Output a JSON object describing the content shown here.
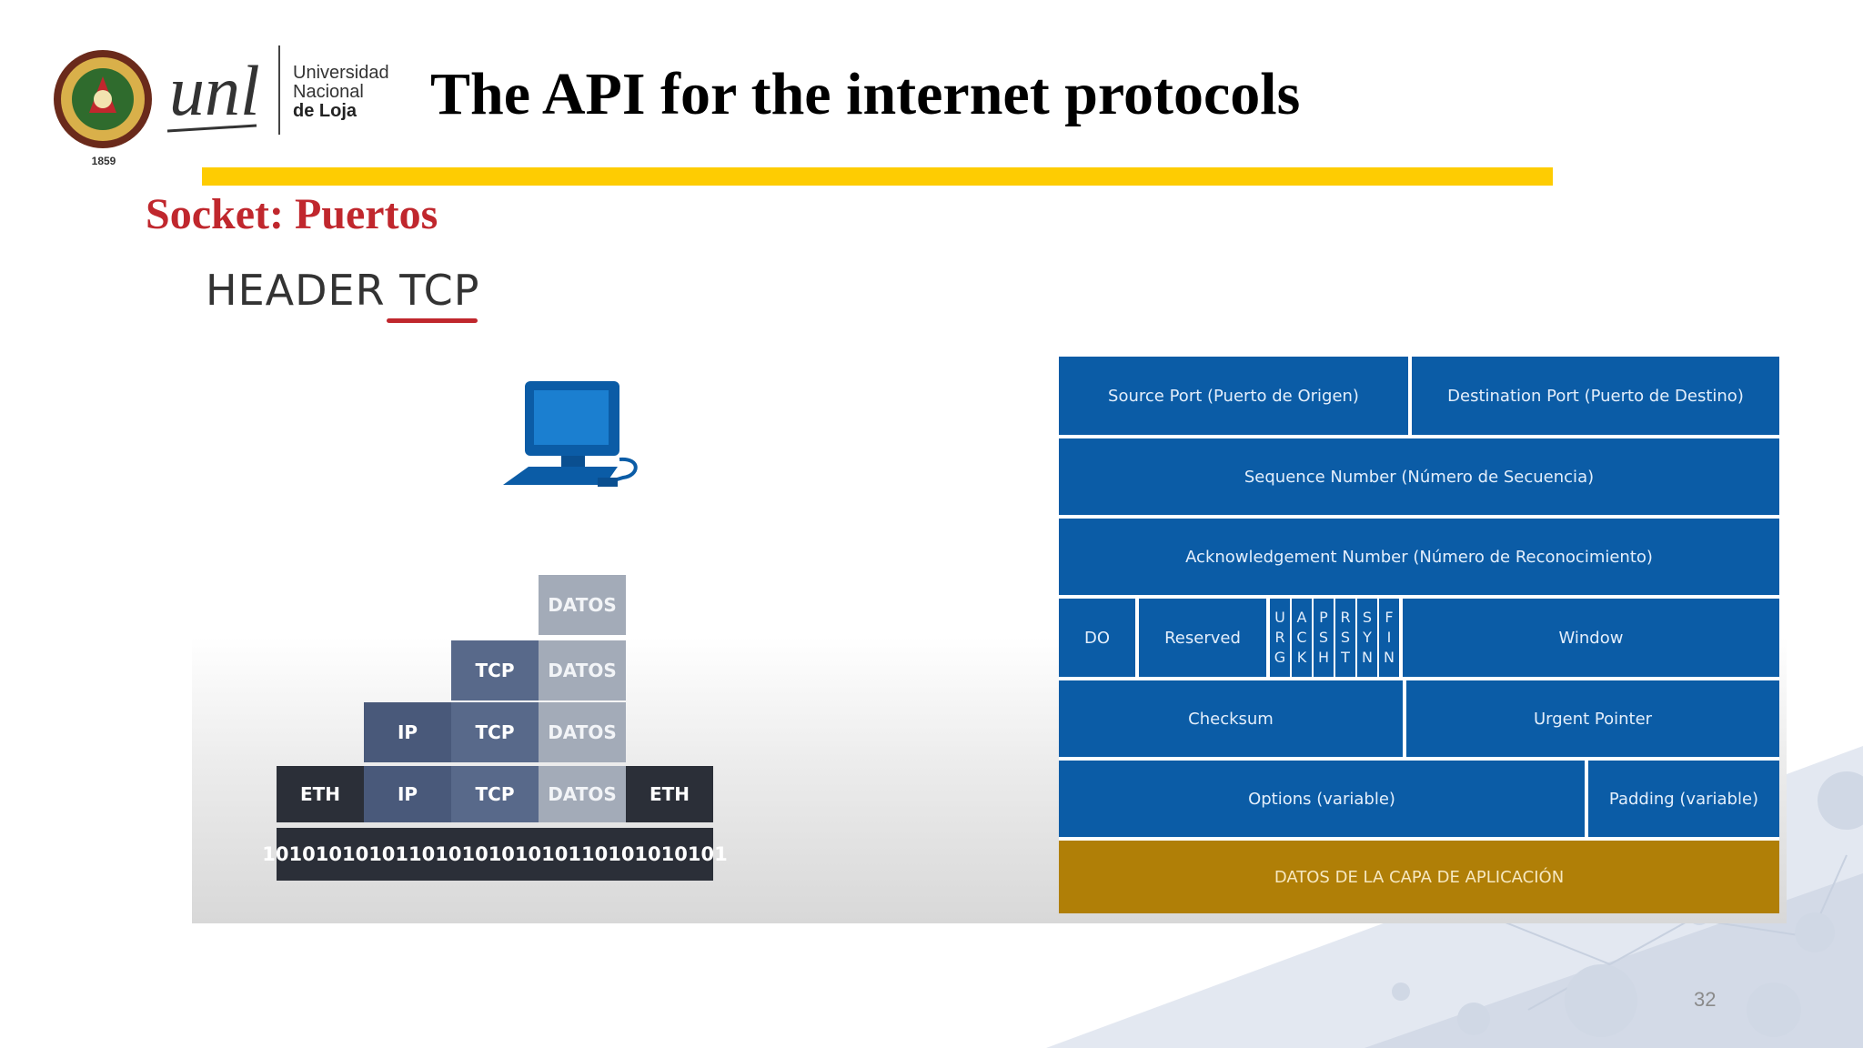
{
  "header": {
    "logo_text": "unl",
    "seal_year": "1859",
    "university_name": [
      "Universidad",
      "Nacional",
      "de Loja"
    ],
    "slide_title": "The API for the internet protocols",
    "subtitle": "Socket: Puertos",
    "accent_color": "#fecc02",
    "subtitle_color": "#c0272d"
  },
  "frame": {
    "heading": "HEADER TCP",
    "computer_icon": "desktop-computer-icon"
  },
  "encapsulation": {
    "datos": "DATOS",
    "tcp": "TCP",
    "ip": "IP",
    "eth": "ETH",
    "bits": "10101010101101010101010110101010101"
  },
  "tcp_header": {
    "source_port": "Source Port (Puerto de Origen)",
    "destination_port": "Destination Port (Puerto de Destino)",
    "sequence_number": "Sequence Number (Número de Secuencia)",
    "acknowledgement_number": "Acknowledgement Number (Número de Reconocimiento)",
    "data_offset": "DO",
    "reserved": "Reserved",
    "flags": [
      [
        "U",
        "R",
        "G"
      ],
      [
        "A",
        "C",
        "K"
      ],
      [
        "P",
        "S",
        "H"
      ],
      [
        "R",
        "S",
        "T"
      ],
      [
        "S",
        "Y",
        "N"
      ],
      [
        "F",
        "I",
        "N"
      ]
    ],
    "window": "Window",
    "checksum": "Checksum",
    "urgent_pointer": "Urgent Pointer",
    "options": "Options (variable)",
    "padding": "Padding (variable)",
    "application_data": "DATOS DE LA CAPA DE APLICACIÓN",
    "field_color": "#0b5ca6",
    "application_color": "#b07f07"
  },
  "page_number": "32"
}
